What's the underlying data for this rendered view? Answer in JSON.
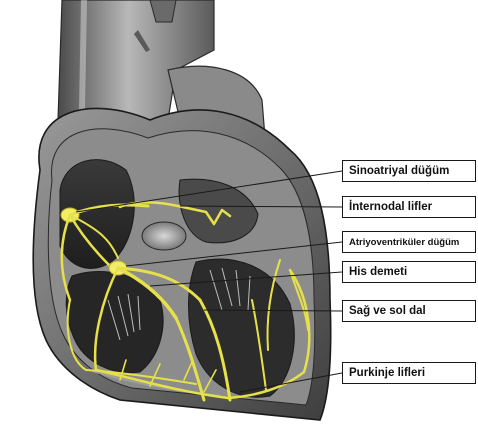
{
  "labels": {
    "sinoatrial": "Sinoatriyal düğüm",
    "internodal": "İnternodal lifler",
    "atrioventricular": "Atriyoventriküler düğüm",
    "his": "His demeti",
    "branches": "Sağ ve sol dal",
    "purkinje": "Purkinje lifleri"
  },
  "colors": {
    "conduction": "#e6e04a",
    "outline": "#1a1a1a"
  }
}
